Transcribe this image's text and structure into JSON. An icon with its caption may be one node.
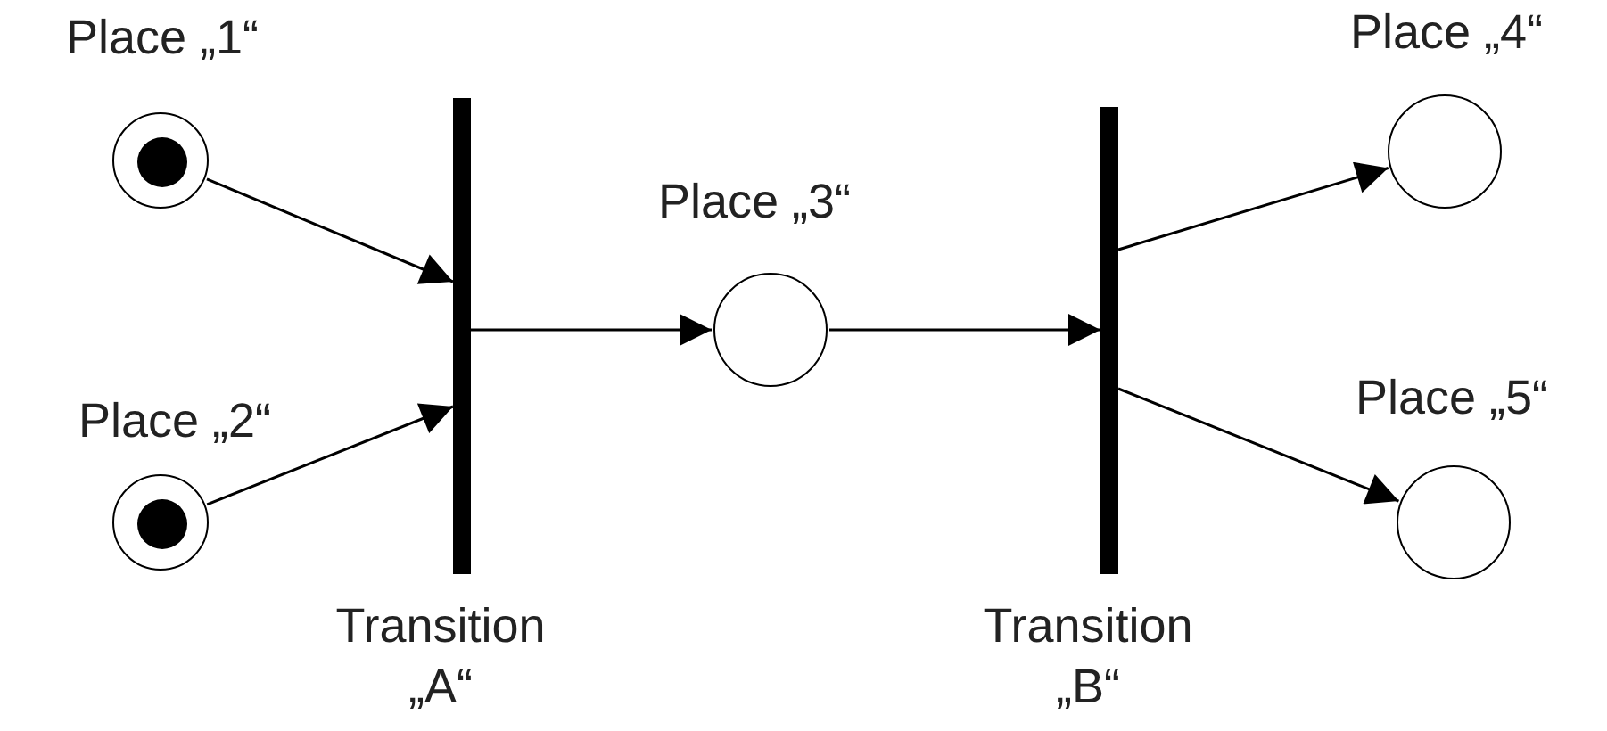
{
  "diagram": {
    "nodes": [
      {
        "text": [
          "Place „1“"
        ]
      },
      {
        "text": [],
        "shape": "circle",
        "in": 0
      },
      {
        "text": [
          "Place „2“"
        ]
      },
      {
        "text": [],
        "shape": "circle",
        "in": 2
      },
      {
        "text": [
          "Transition „A“"
        ]
      },
      {
        "text": [
          "Place „3“"
        ]
      },
      {
        "text": [
          "Transition „B“"
        ]
      },
      {
        "text": [
          "Place „4“"
        ]
      },
      {
        "text": [
          "Place „5“"
        ]
      }
    ],
    "edges": [
      {
        "from": 0,
        "to": 4,
        "arrow": "to"
      },
      {
        "from": 2,
        "to": 4,
        "arrow": "to"
      },
      {
        "from": 4,
        "to": 5,
        "arrow": "to"
      },
      {
        "from": 5,
        "to": 6,
        "arrow": "to"
      },
      {
        "from": 6,
        "to": 7,
        "arrow": "to"
      },
      {
        "from": 6,
        "to": 8,
        "arrow": "to"
      }
    ]
  }
}
